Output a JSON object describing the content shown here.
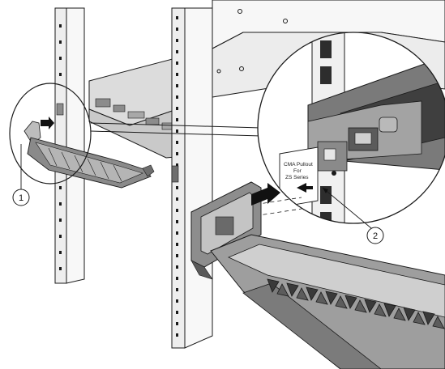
{
  "callouts": [
    {
      "id": "1",
      "text": "1"
    },
    {
      "id": "2",
      "text": "2"
    }
  ],
  "bracket_label": {
    "lines": [
      "CMA Pullout",
      "For",
      "ZS Series"
    ]
  },
  "colors": {
    "line": "#1a1a1a",
    "metal_light": "#d9d9d9",
    "metal_mid": "#9a9a9a",
    "metal_dark": "#4a4a4a",
    "rack_face": "#f2f2f2",
    "arrow_fill": "#111111"
  }
}
